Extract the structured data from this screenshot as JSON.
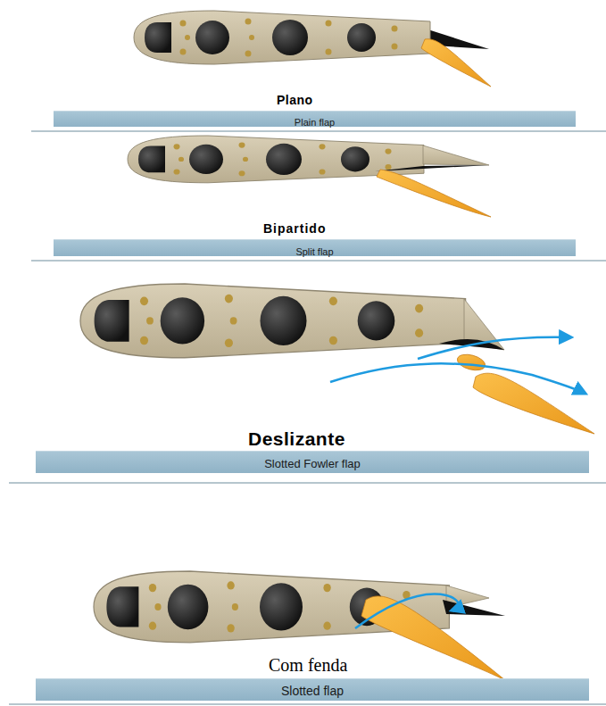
{
  "diagram": {
    "nodes": [
      {
        "text": [
          "Plano",
          "Plain flap"
        ]
      },
      {
        "text": [
          "Bipartido",
          "Split flap"
        ]
      },
      {
        "text": [
          "Deslizante",
          "Slotted Fowler flap"
        ]
      },
      {
        "text": [
          "Com fenda",
          "Slotted flap"
        ]
      }
    ]
  }
}
